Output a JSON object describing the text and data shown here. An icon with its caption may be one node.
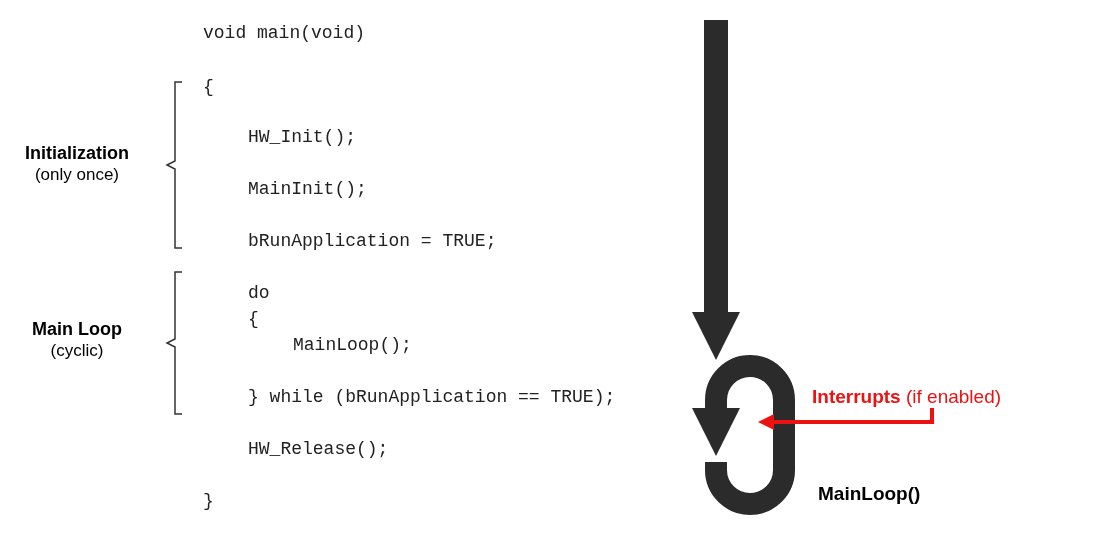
{
  "diagram": {
    "nodes": [
      {
        "text": [
          "**Interrupts** (if enabled)"
        ]
      },
      {
        "text": [],
        "shape": "loop",
        "beside": [
          "MainLoop()"
        ]
      }
    ],
    "edges": [
      {
        "from": 0,
        "to": 1,
        "arrow": "to",
        "color": "#ee1111"
      }
    ],
    "labels": [
      "void main(void)",
      "{",
      "HW_Init();",
      "MainInit();",
      "bRunApplication = TRUE;",
      "do",
      "{",
      "MainLoop();",
      "} while (bRunApplication == TRUE);",
      "HW_Release();",
      "}",
      "Initialization",
      "(only once)",
      "Main Loop",
      "(cyclic)"
    ]
  }
}
